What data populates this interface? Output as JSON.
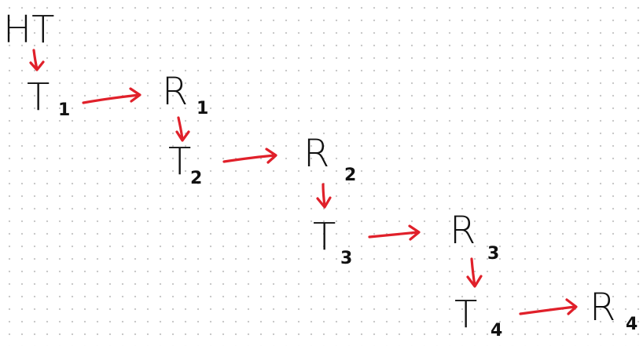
{
  "colors": {
    "ink": "#111111",
    "arrow": "#e0202a",
    "grid_dot": "#c9c9c9",
    "background": "#ffffff"
  },
  "nodes": {
    "ht": "HT",
    "t1": {
      "letter": "T",
      "sub": "1"
    },
    "r1": {
      "letter": "R",
      "sub": "1"
    },
    "t2": {
      "letter": "T",
      "sub": "2"
    },
    "r2": {
      "letter": "R",
      "sub": "2"
    },
    "t3": {
      "letter": "T",
      "sub": "3"
    },
    "r3": {
      "letter": "R",
      "sub": "3"
    },
    "t4": {
      "letter": "T",
      "sub": "4"
    },
    "r4": {
      "letter": "R",
      "sub": "4"
    }
  }
}
